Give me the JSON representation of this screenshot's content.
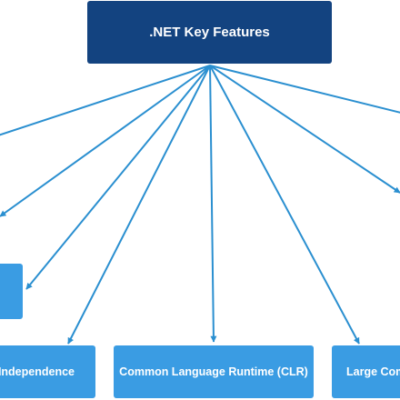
{
  "diagram": {
    "root": {
      "label": ".NET Key Features"
    },
    "children": [
      {
        "id": "platform",
        "label": "Platform Independence"
      },
      {
        "id": "clr",
        "label": "Common Language Runtime (CLR)"
      },
      {
        "id": "large",
        "label": "Large Community"
      },
      {
        "id": "mid",
        "label": ""
      }
    ]
  },
  "colors": {
    "root_fill": "#134380",
    "child_fill": "#3a9ce3",
    "edge": "#2a8fd0"
  }
}
